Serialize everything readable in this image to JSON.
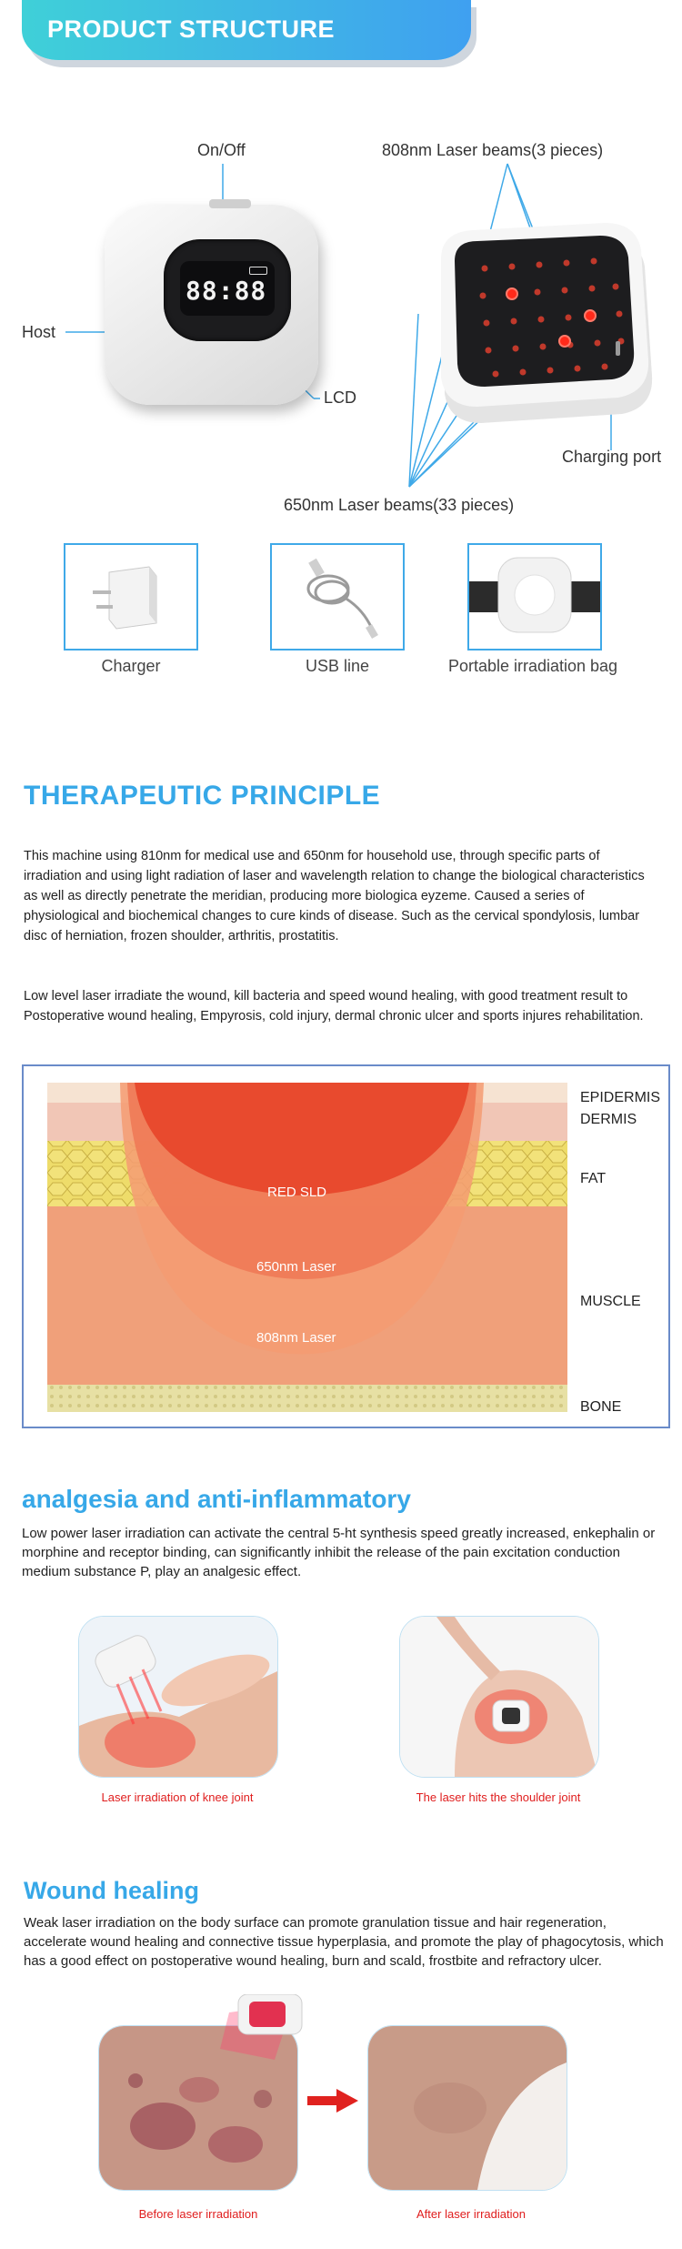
{
  "structure": {
    "banner_title": "PRODUCT STRUCTURE",
    "labels": {
      "onoff": "On/Off",
      "beams808": "808nm Laser beams(3 pieces)",
      "host": "Host",
      "lcd": "LCD",
      "charging": "Charging port",
      "beams650": "650nm Laser beams(33 pieces)"
    },
    "display_digits": "88:88",
    "accessories": [
      "Charger",
      "USB line",
      "Portable irradiation bag"
    ]
  },
  "principle": {
    "title": "THERAPEUTIC PRINCIPLE",
    "para1": "This machine using 810nm for medical use and 650nm for household use, through specific parts of irradiation and using light radiation of laser and wavelength relation to change the biological characteristics as well as directly penetrate the meridian, producing more biologica eyzeme. Caused a series of physiological and biochemical changes to cure kinds of disease. Such as the cervical spondylosis, lumbar disc of herniation, frozen shoulder, arthritis, prostatitis.",
    "para2": " Low level laser irradiate the wound, kill bacteria and speed wound healing, with good treatment result to Postoperative wound healing, Empyrosis, cold injury, dermal chronic ulcer and sports injures rehabilitation.",
    "diagram": {
      "beam_labels": [
        "RED SLD",
        "650nm Laser",
        "808nm Laser"
      ],
      "layers": [
        "EPIDERMIS",
        "DERMIS",
        "FAT",
        "MUSCLE",
        "BONE"
      ]
    }
  },
  "analgesia": {
    "title": "analgesia and anti-inflammatory",
    "text": "Low power laser irradiation can activate the central 5-ht synthesis speed greatly increased, enkephalin or morphine and receptor binding, can significantly inhibit the release of the pain excitation conduction medium substance P, play an analgesic effect.",
    "captions": [
      "Laser irradiation of knee joint",
      "The laser hits the shoulder joint"
    ]
  },
  "wound": {
    "title": "Wound healing",
    "text": "Weak laser irradiation on the body surface can promote granulation tissue and hair regeneration, accelerate wound healing and connective tissue hyperplasia, and promote the play of phagocytosis, which has a good effect on postoperative wound healing, burn and scald, frostbite and refractory ulcer.",
    "captions": [
      "Before laser irradiation",
      "After laser irradiation"
    ]
  },
  "colors": {
    "accent": "#37a8e8",
    "caption": "#e01d1d",
    "laser": "#e8402a"
  }
}
